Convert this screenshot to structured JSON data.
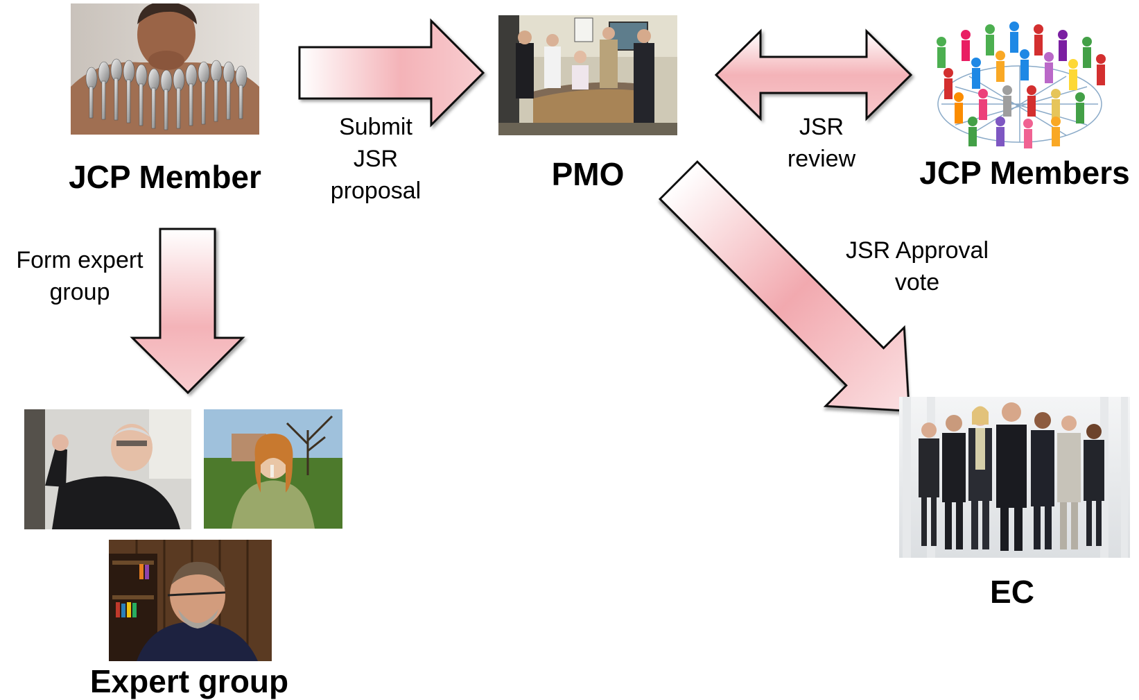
{
  "nodes": {
    "jcp_member": {
      "label": "JCP Member"
    },
    "pmo": {
      "label": "PMO"
    },
    "jcp_members": {
      "label": "JCP Members"
    },
    "expert_group": {
      "label": "Expert group"
    },
    "ec": {
      "label": "EC"
    }
  },
  "edges": {
    "submit": {
      "lines": [
        "Submit",
        "JSR",
        "proposal"
      ]
    },
    "review": {
      "lines": [
        "JSR",
        "review"
      ]
    },
    "form": {
      "lines": [
        "Form expert",
        "group"
      ]
    },
    "approval": {
      "lines": [
        "JSR Approval",
        "vote"
      ]
    }
  },
  "colors": {
    "arrow_fill_light": "#ffffff",
    "arrow_fill_dark": "#f2a7ad",
    "arrow_stroke": "#111111"
  }
}
